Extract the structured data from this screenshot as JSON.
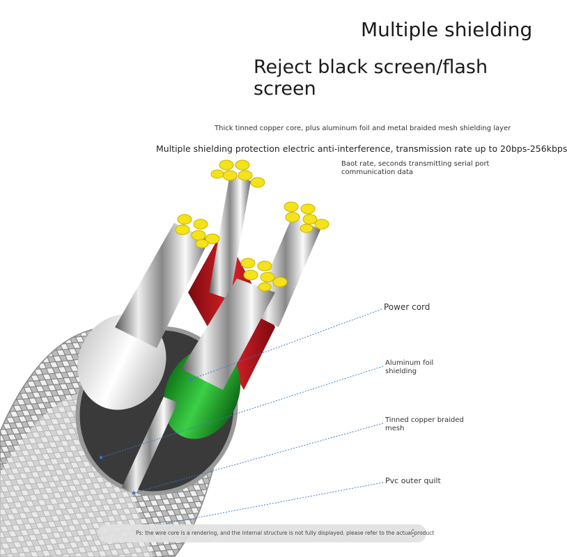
{
  "title": {
    "line1": "Multiple shielding",
    "line2": "Reject black screen/flash screen"
  },
  "subtitles": {
    "core": "Thick tinned copper core, plus aluminum foil and metal braided mesh shielding layer",
    "protection": "Multiple shielding protection electric anti-interference, transmission rate up to 20bps-256kbps",
    "baud": "Baot rate, seconds transmitting serial port communication data"
  },
  "callouts": {
    "power": "Power cord",
    "foil": "Aluminum foil shielding",
    "mesh": "Tinned copper braided mesh",
    "pvc": "Pvc outer quilt"
  },
  "footnote": {
    "text": "Ps: the wire core is a rendering, and the internal structure is not fully displayed. please refer to the actual product",
    "menu_icon": "more-vertical-icon"
  },
  "colors": {
    "conductor_tips": "#f4e21a",
    "white_insulation": "#f2f2f2",
    "green_insulation": "#1fb02a",
    "red_insulation": "#c4161c",
    "callout_lines": "#3a78c8"
  }
}
